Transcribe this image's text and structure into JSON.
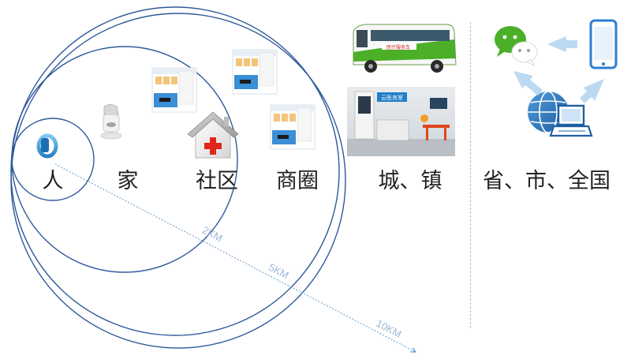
{
  "levels": {
    "person": "人",
    "home": "家",
    "community": "社区",
    "business_circle": "商圈",
    "city_town": "城、镇",
    "nation": "省、市、全国"
  },
  "distances": {
    "d1": "2KM",
    "d2": "5KM",
    "d3": "10KM"
  },
  "signage": {
    "bus_text": "医疗服务车",
    "office_sign": "云医务室"
  },
  "icons": [
    "fitness-band-icon",
    "home-device-icon",
    "house-cross-icon",
    "kiosk-icon",
    "wechat-icon",
    "smartphone-icon",
    "globe-computer-icon",
    "flow-arrow-icon"
  ],
  "colors": {
    "circle": "#2f5a9b",
    "arrow": "#5e9bd5",
    "green": "#4caf28",
    "blue_light": "#bcd9f2",
    "red": "#e0261c"
  }
}
